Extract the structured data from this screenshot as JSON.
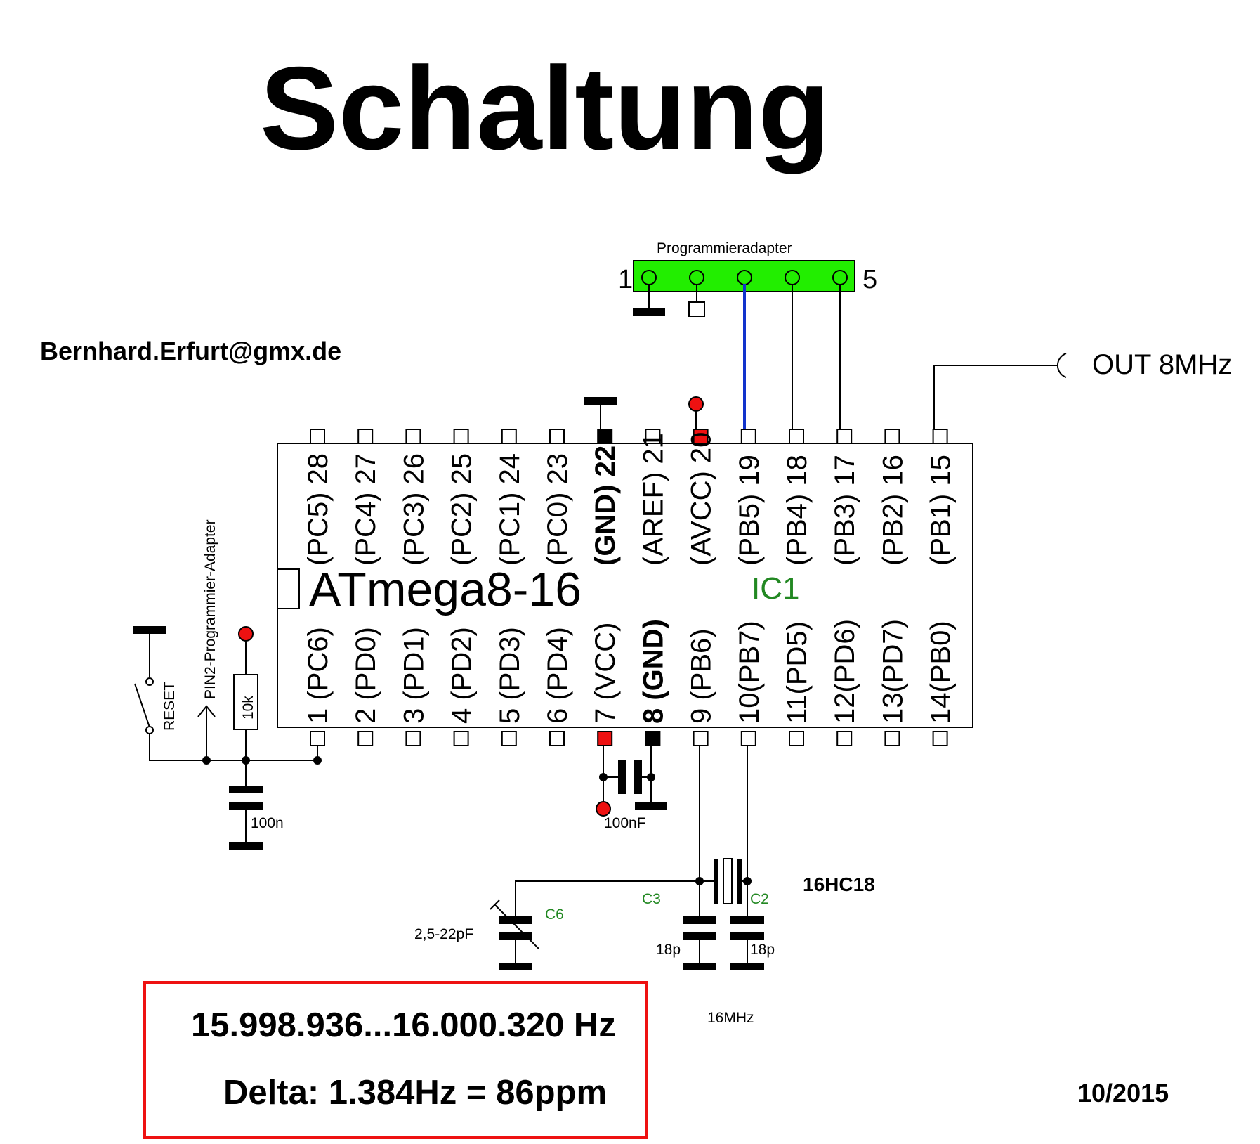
{
  "title": "Schaltung",
  "author_email": "Bernhard.Erfurt@gmx.de",
  "date": "10/2015",
  "colors": {
    "programmer": "#22ee00",
    "vcc": "#ee1111",
    "blue_wire": "#1133cc",
    "ic_label": "#228822"
  },
  "programmer": {
    "label": "Programmieradapter",
    "pin_first": "1",
    "pin_last": "5"
  },
  "output": {
    "label": "OUT 8MHz"
  },
  "ic": {
    "name": "ATmega8-16",
    "ref": "IC1",
    "top_pins": [
      {
        "text": "(PC5) 28",
        "bold": false
      },
      {
        "text": "(PC4) 27",
        "bold": false
      },
      {
        "text": "(PC3) 26",
        "bold": false
      },
      {
        "text": "(PC2) 25",
        "bold": false
      },
      {
        "text": "(PC1) 24",
        "bold": false
      },
      {
        "text": "(PC0) 23",
        "bold": false
      },
      {
        "text": "(GND) 22",
        "bold": true
      },
      {
        "text": "(AREF) 21",
        "bold": false
      },
      {
        "text": "(AVCC) 20",
        "bold": false
      },
      {
        "text": "(PB5) 19",
        "bold": false
      },
      {
        "text": "(PB4) 18",
        "bold": false
      },
      {
        "text": "(PB3) 17",
        "bold": false
      },
      {
        "text": "(PB2) 16",
        "bold": false
      },
      {
        "text": "(PB1) 15",
        "bold": false
      }
    ],
    "bottom_pins": [
      {
        "text": "1 (PC6)",
        "bold": false
      },
      {
        "text": "2 (PD0)",
        "bold": false
      },
      {
        "text": "3 (PD1)",
        "bold": false
      },
      {
        "text": "4 (PD2)",
        "bold": false
      },
      {
        "text": "5 (PD3)",
        "bold": false
      },
      {
        "text": "6 (PD4)",
        "bold": false
      },
      {
        "text": "7 (VCC)",
        "bold": false
      },
      {
        "text": "8 (GND)",
        "bold": true
      },
      {
        "text": "9 (PB6)",
        "bold": false
      },
      {
        "text": "10(PB7)",
        "bold": false
      },
      {
        "text": "11(PD5)",
        "bold": false
      },
      {
        "text": "12(PD6)",
        "bold": false
      },
      {
        "text": "13(PD7)",
        "bold": false
      },
      {
        "text": "14(PB0)",
        "bold": false
      }
    ]
  },
  "reset": {
    "switch_label": "RESET",
    "adapter_label": "PIN2-Programmier-Adapter",
    "resistor": "10k",
    "capacitor": "100n"
  },
  "decoupling": {
    "capacitor": "100nF"
  },
  "oscillator": {
    "crystal_type": "16HC18",
    "frequency": "16MHz",
    "c2_ref": "C2",
    "c2_value": "18p",
    "c3_ref": "C3",
    "c3_value": "18p",
    "c6_ref": "C6",
    "c6_value": "2,5-22pF"
  },
  "result": {
    "range": "15.998.936...16.000.320 Hz",
    "delta": "Delta: 1.384Hz = 86ppm"
  }
}
